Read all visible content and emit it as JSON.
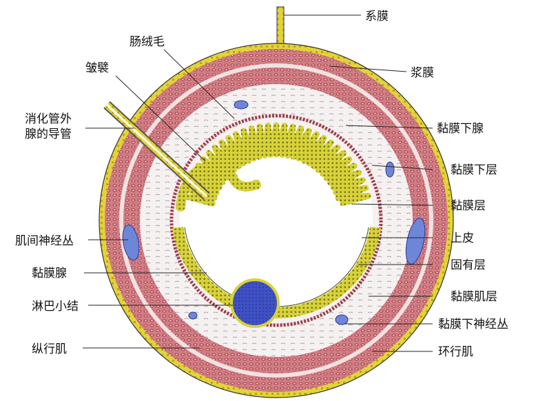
{
  "labels": {
    "xi_mo": "系膜",
    "chang_rong_mao": "肠绒毛",
    "jiang_mo": "浆膜",
    "zhou_bi": "皱襞",
    "xiaohua_guan_wai_1": "消化管外",
    "xiaohua_guan_wai_2": "腺的导管",
    "nian_mo_xia_xian": "黏膜下腺",
    "nian_mo_xia_ceng": "黏膜下层",
    "nian_mo_ceng": "黏膜层",
    "ji_jian_shenjing_cong": "肌间神经丛",
    "shang_pi": "上皮",
    "nian_mo_xian": "黏膜腺",
    "gu_you_ceng": "固有层",
    "lin_ba_xiao_jie": "淋巴小结",
    "nian_mo_ji_ceng": "黏膜肌层",
    "nian_mo_xia_shenjing_cong": "黏膜下神经丛",
    "zong_xing_ji": "纵行肌",
    "huan_xing_ji": "环行肌"
  },
  "colors": {
    "serosa": "#e3d33a",
    "serosa_dots": "#b8a41e",
    "muscle": "#b8545e",
    "muscle_light": "#e8c9c8",
    "submucosa": "#f4eeee",
    "epithelium": "#d7d23a",
    "nodule": "#4658c8",
    "nerve": "#6d86d8"
  }
}
